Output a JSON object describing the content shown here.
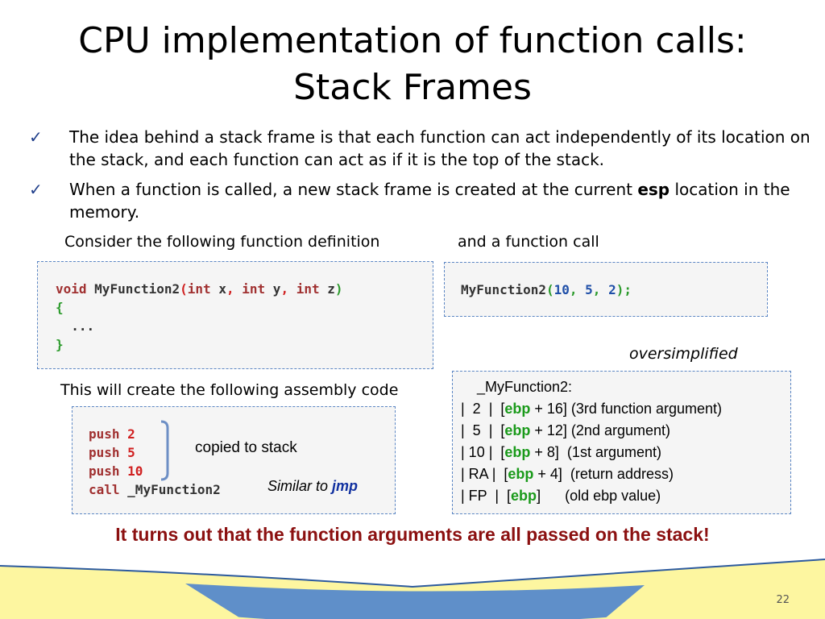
{
  "slide": {
    "title_line1": "CPU implementation of function calls:",
    "title_line2": "Stack Frames",
    "bullets": [
      {
        "text": "The idea behind a stack frame is that each function can act independently of its location on the stack, and each function can act as if it is the top of the stack."
      },
      {
        "text_before": "When a function is called, a new stack frame is created at the current ",
        "bold": "esp",
        "text_after": " location in the memory."
      }
    ],
    "check_glyph": "✓",
    "caption_left": "Consider the following function definition",
    "caption_right": "and a function call",
    "caption_assembly": "This will create the following assembly code",
    "oversimplified": "oversimplified",
    "copied_to_stack": "copied to stack",
    "similar_to": "Similar to ",
    "similar_to_jmp": "jmp",
    "conclusion": "It turns out that the function arguments are all passed on the stack!",
    "page_number": "22"
  },
  "code_def": {
    "void": "void",
    "fname": "MyFunction2",
    "open": "(",
    "int1": "int",
    "x": "x",
    "comma1": ",",
    "int2": "int",
    "y": "y",
    "comma2": ",",
    "int3": "int",
    "z": "z",
    "close": ")",
    "lbrace": "{",
    "dots": "...",
    "rbrace": "}"
  },
  "code_call": {
    "fname": "MyFunction2",
    "open": "(",
    "a1": "10",
    "c1": ",",
    "a2": "5",
    "c2": ",",
    "a3": "2",
    "close": ");"
  },
  "assembly": {
    "lines": [
      {
        "op": "push",
        "arg": "2"
      },
      {
        "op": "push",
        "arg": "5"
      },
      {
        "op": "push",
        "arg": "10"
      },
      {
        "op": "call",
        "arg": "_MyFunction2"
      }
    ]
  },
  "frame": {
    "header": "_MyFunction2:",
    "rows": [
      {
        "pre": "|  2  |  [",
        "reg": "ebp",
        "post": " + 16] (3rd function argument)"
      },
      {
        "pre": "|  5  |  [",
        "reg": "ebp",
        "post": " + 12] (2nd argument)"
      },
      {
        "pre": "| 10 |  [",
        "reg": "ebp",
        "post": " + 8]  (1st argument)"
      },
      {
        "pre": "| RA |  [",
        "reg": "ebp",
        "post": " + 4]  (return address)"
      },
      {
        "pre": "| FP  |  [",
        "reg": "ebp",
        "post": "]      (old ebp value)"
      }
    ]
  },
  "colors": {
    "conclusion": "#8b1010",
    "ebp": "#1a9a1a",
    "box_border": "#5b86c4",
    "wave_yellow": "#fdf6a0",
    "wave_blue": "#5f8fc9"
  }
}
